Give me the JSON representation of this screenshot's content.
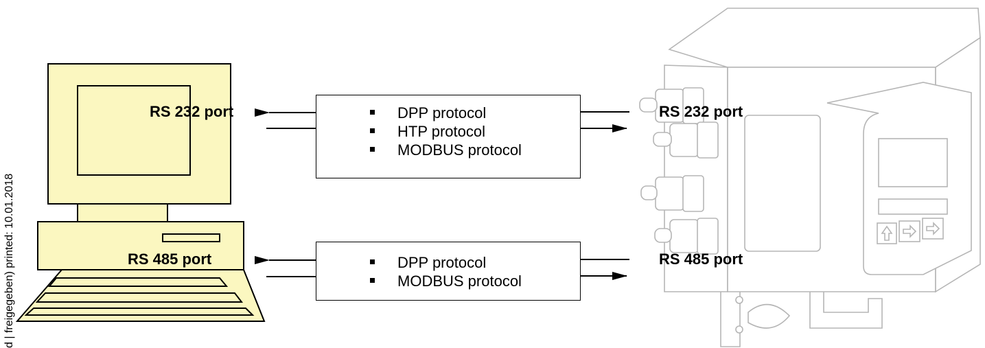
{
  "side_note": "d | freigegeben)  printed: 10.01.2018",
  "computer": {
    "rs232_label": "RS 232 port",
    "rs485_label": "RS 485 port",
    "fill_color": "#fbf7c0"
  },
  "device": {
    "rs232_label": "RS 232 port",
    "rs485_label": "RS 485 port",
    "buttons": [
      "up-arrow-icon",
      "right-arrow-icon",
      "right-arrow-outline-icon"
    ]
  },
  "boxes": {
    "rs232": {
      "items": [
        "DPP protocol",
        "HTP protocol",
        "MODBUS protocol"
      ]
    },
    "rs485": {
      "items": [
        "DPP protocol",
        "MODBUS protocol"
      ]
    }
  }
}
